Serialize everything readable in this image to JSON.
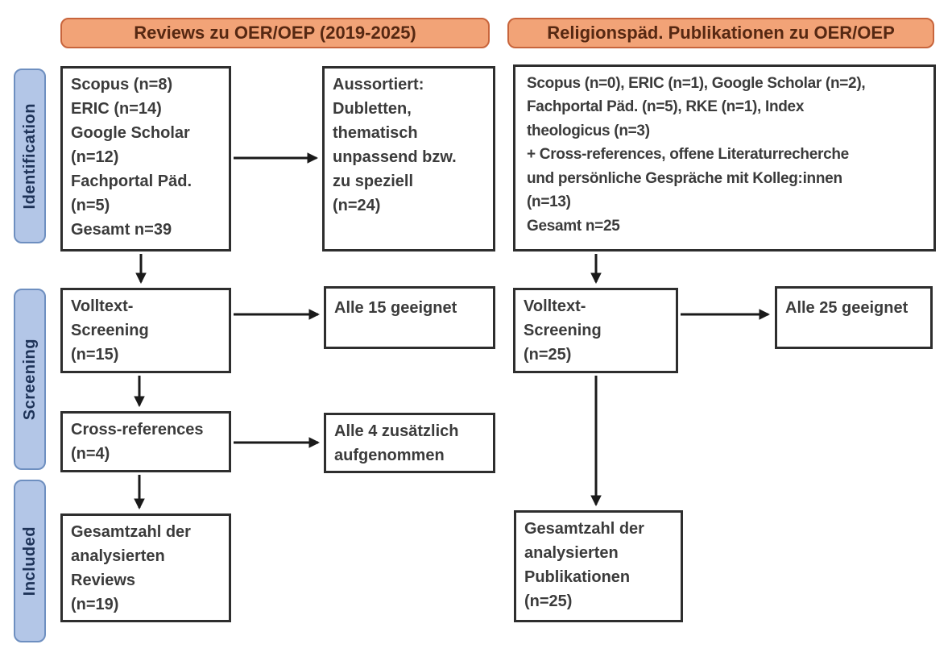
{
  "diagram_title": "PRISMA-style literature flow diagram",
  "stages": {
    "identification": "Identification",
    "screening": "Screening",
    "included": "Included"
  },
  "left_column": {
    "header": "Reviews zu OER/OEP (2019-2025)",
    "boxes": {
      "sources": "Scopus (n=8)\nERIC (n=14)\nGoogle Scholar\n(n=12)\nFachportal Päd.\n(n=5)\nGesamt n=39",
      "excluded": "Aussortiert:\nDubletten,\nthematisch\nunpassend bzw.\nzu speziell\n(n=24)",
      "fulltext": "Volltext-\nScreening\n(n=15)",
      "fulltext_result": "Alle 15 geeignet",
      "crossref": "Cross-references\n(n=4)",
      "crossref_result": "Alle 4 zusätzlich\naufgenommen",
      "included": "Gesamtzahl der\nanalysierten\nReviews\n(n=19)"
    }
  },
  "right_column": {
    "header": "Religionspäd. Publikationen zu OER/OEP",
    "boxes": {
      "sources": "Scopus (n=0), ERIC (n=1), Google Scholar (n=2),\nFachportal Päd. (n=5), RKE (n=1), Index\ntheologicus (n=3)\n+ Cross-references, offene Literaturrecherche\nund persönliche Gespräche mit Kolleg:innen\n(n=13)\nGesamt n=25",
      "fulltext": "Volltext-\nScreening\n(n=25)",
      "fulltext_result": "Alle 25 geeignet",
      "included": "Gesamtzahl der\nanalysierten\nPublikationen\n(n=25)"
    }
  },
  "colors": {
    "header_fill": "#F2A377",
    "header_border": "#C8653C",
    "header_text": "#562812",
    "stage_fill": "#B3C6E7",
    "stage_border": "#6E8FC0",
    "stage_text": "#1E3358",
    "box_border": "#2E2E2E",
    "box_text": "#3B3B3B",
    "arrow": "#1A1A1A",
    "bg": "#FFFFFF"
  }
}
